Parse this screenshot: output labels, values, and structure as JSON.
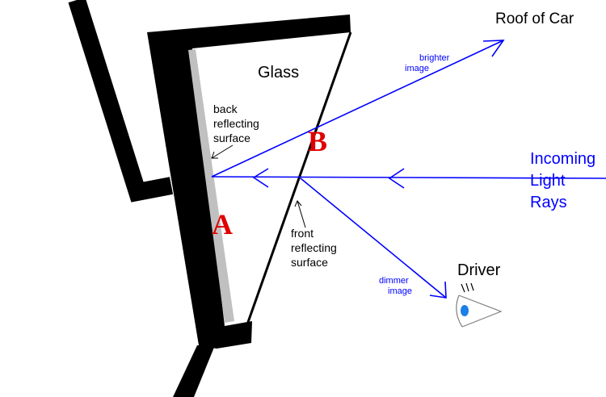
{
  "labels": {
    "roof": "Roof of Car",
    "glass": "Glass",
    "back_surface": [
      "back",
      "reflecting",
      "surface"
    ],
    "front_surface": [
      "front",
      "reflecting",
      "surface"
    ],
    "point_a": "A",
    "point_b": "B",
    "incoming": [
      "Incoming",
      "Light",
      "Rays"
    ],
    "brighter": [
      "brighter",
      "image"
    ],
    "dimmer": [
      "dimmer",
      "image"
    ],
    "driver": "Driver"
  },
  "colors": {
    "frame": "#000000",
    "back_coating": "#c0c0c0",
    "light_ray": "#0000ff",
    "point_label": "#e00000",
    "eye_pupil": "#1a7fe6",
    "eye_outline": "#808080"
  },
  "icons": {
    "driver_eye": "eye-icon"
  }
}
